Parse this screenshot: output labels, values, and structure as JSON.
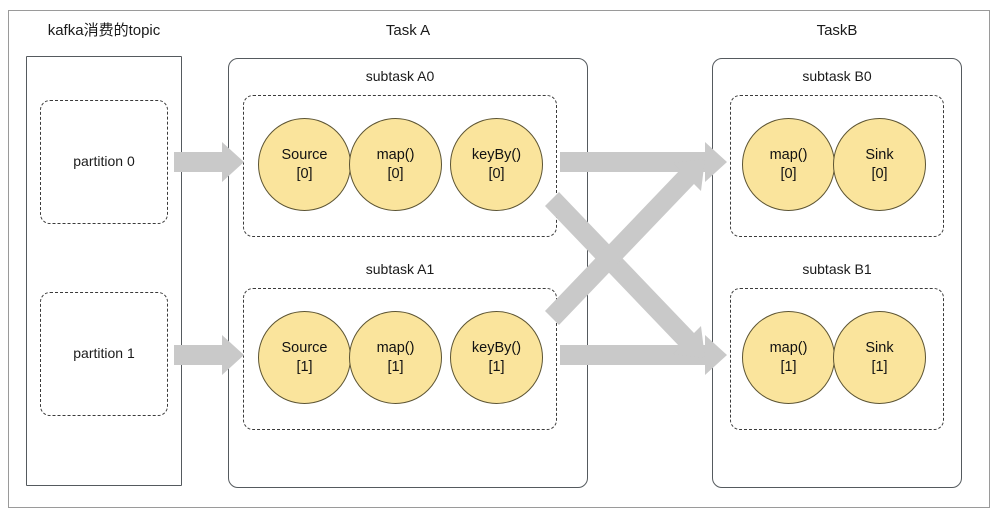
{
  "diagram": {
    "title_kafka": "kafka消费的topic",
    "title_task_a": "Task A",
    "title_task_b": "TaskB",
    "colors": {
      "operator_fill": "#FAE49C",
      "operator_stroke": "#5C5433",
      "arrow_gray": "#C9C9C9",
      "solid_border": "#555A5E",
      "dashed_border": "#3B3B3B",
      "background": "#FFFFFF"
    },
    "kafka": {
      "partitions": [
        {
          "label": "partition 0"
        },
        {
          "label": "partition 1"
        }
      ]
    },
    "task_a": {
      "subtasks": [
        {
          "caption": "subtask A0",
          "operators": [
            {
              "name": "Source",
              "index": "[0]"
            },
            {
              "name": "map()",
              "index": "[0]"
            },
            {
              "name": "keyBy()",
              "index": "[0]"
            }
          ]
        },
        {
          "caption": "subtask A1",
          "operators": [
            {
              "name": "Source",
              "index": "[1]"
            },
            {
              "name": "map()",
              "index": "[1]"
            },
            {
              "name": "keyBy()",
              "index": "[1]"
            }
          ]
        }
      ]
    },
    "task_b": {
      "subtasks": [
        {
          "caption": "subtask B0",
          "operators": [
            {
              "name": "map()",
              "index": "[0]"
            },
            {
              "name": "Sink",
              "index": "[0]"
            }
          ]
        },
        {
          "caption": "subtask B1",
          "operators": [
            {
              "name": "map()",
              "index": "[1]"
            },
            {
              "name": "Sink",
              "index": "[1]"
            }
          ]
        }
      ]
    },
    "arrows": [
      {
        "name": "partition-0-to-subtask-a0",
        "kind": "straight"
      },
      {
        "name": "partition-1-to-subtask-a1",
        "kind": "straight"
      },
      {
        "name": "subtask-a0-to-subtask-b0",
        "kind": "straight"
      },
      {
        "name": "subtask-a0-to-subtask-b1",
        "kind": "diagonal-down"
      },
      {
        "name": "subtask-a1-to-subtask-b0",
        "kind": "diagonal-up"
      },
      {
        "name": "subtask-a1-to-subtask-b1",
        "kind": "straight"
      }
    ]
  }
}
